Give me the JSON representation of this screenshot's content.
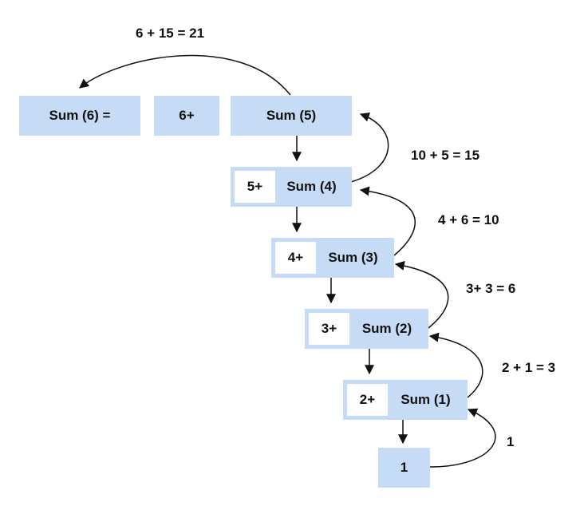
{
  "top": {
    "sum6_label": "Sum (6) =",
    "plus6_label": "6+",
    "sum5_label": "Sum (5)"
  },
  "steps": [
    {
      "inner": "5+",
      "rest": "Sum (4)"
    },
    {
      "inner": "4+",
      "rest": "Sum (3)"
    },
    {
      "inner": "3+",
      "rest": "Sum (2)"
    },
    {
      "inner": "2+",
      "rest": "Sum (1)"
    }
  ],
  "base_label": "1",
  "annotations": {
    "a1": "6 + 15 = 21",
    "a2": "10 + 5 = 15",
    "a3": "4 + 6 = 10",
    "a4": "3+ 3 = 6",
    "a5": "2 + 1 = 3",
    "a6": "1"
  },
  "colors": {
    "box_fill": "#c6dbf5",
    "arrow": "#111111"
  }
}
